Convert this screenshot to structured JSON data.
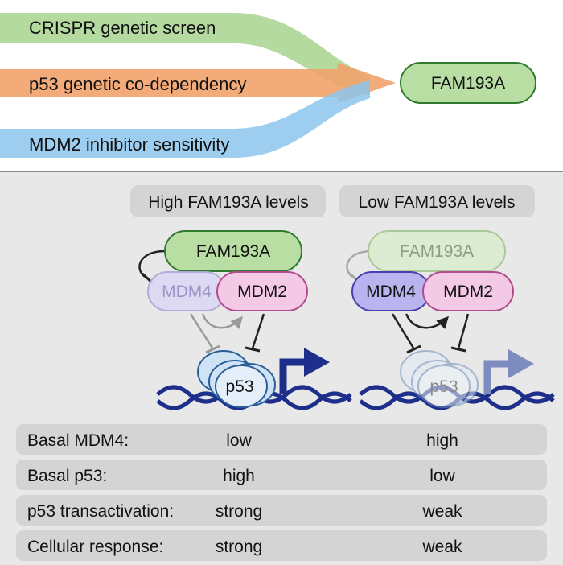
{
  "inputs": [
    {
      "label": "CRISPR genetic screen",
      "color": "#a8d38f"
    },
    {
      "label": "p53 genetic co-dependency",
      "color": "#f1a26a"
    },
    {
      "label": "MDM2 inhibitor sensitivity",
      "color": "#8cc4ec"
    }
  ],
  "target": {
    "label": "FAM193A",
    "fill": "#b9dea3",
    "stroke": "#2f7a2f"
  },
  "conditions": {
    "high": {
      "title": "High FAM193A levels",
      "fam": "FAM193A",
      "mdm4": "MDM4",
      "mdm2": "MDM2",
      "p53": "p53"
    },
    "low": {
      "title": "Low FAM193A levels",
      "fam": "FAM193A",
      "mdm4": "MDM4",
      "mdm2": "MDM2",
      "p53": "p53"
    }
  },
  "table": [
    {
      "label": "Basal MDM4:",
      "high": "low",
      "low": "high"
    },
    {
      "label": "Basal p53:",
      "high": "high",
      "low": "low"
    },
    {
      "label": "p53 transactivation:",
      "high": "strong",
      "low": "weak"
    },
    {
      "label": "Cellular response:",
      "high": "strong",
      "low": "weak"
    }
  ],
  "colors": {
    "mdm4_fill": "#b9b4ef",
    "mdm4_stroke": "#4a3fb0",
    "mdm2_fill": "#f3c9e6",
    "mdm2_stroke": "#b04b8e",
    "p53_fill": "#cfe3f5",
    "p53_stroke": "#2a5e9a",
    "dna": "#1d2f8a",
    "arrow_dark": "#1d2f8a"
  }
}
